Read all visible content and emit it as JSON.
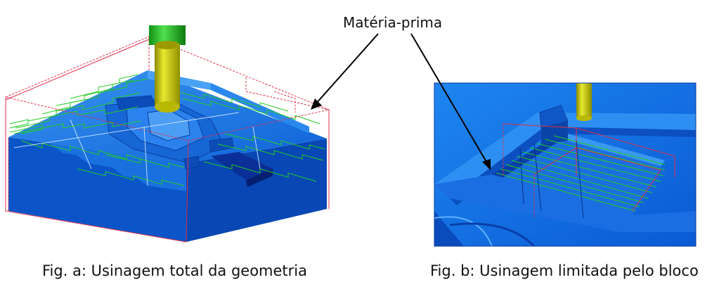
{
  "callout": {
    "label": "Matéria-prima"
  },
  "figures": [
    {
      "caption": "Fig. a: Usinagem total da geometria"
    },
    {
      "caption": "Fig. b: Usinagem limitada pelo bloco"
    }
  ],
  "colors": {
    "block_top": "#1a78e6",
    "block_side": "#0a4fc4",
    "block_dark": "#06308a",
    "toolpath": "#22cc22",
    "stock_outline": "#e0304a",
    "tool_shank": "#c8c800",
    "tool_holder": "#2ec82e"
  }
}
